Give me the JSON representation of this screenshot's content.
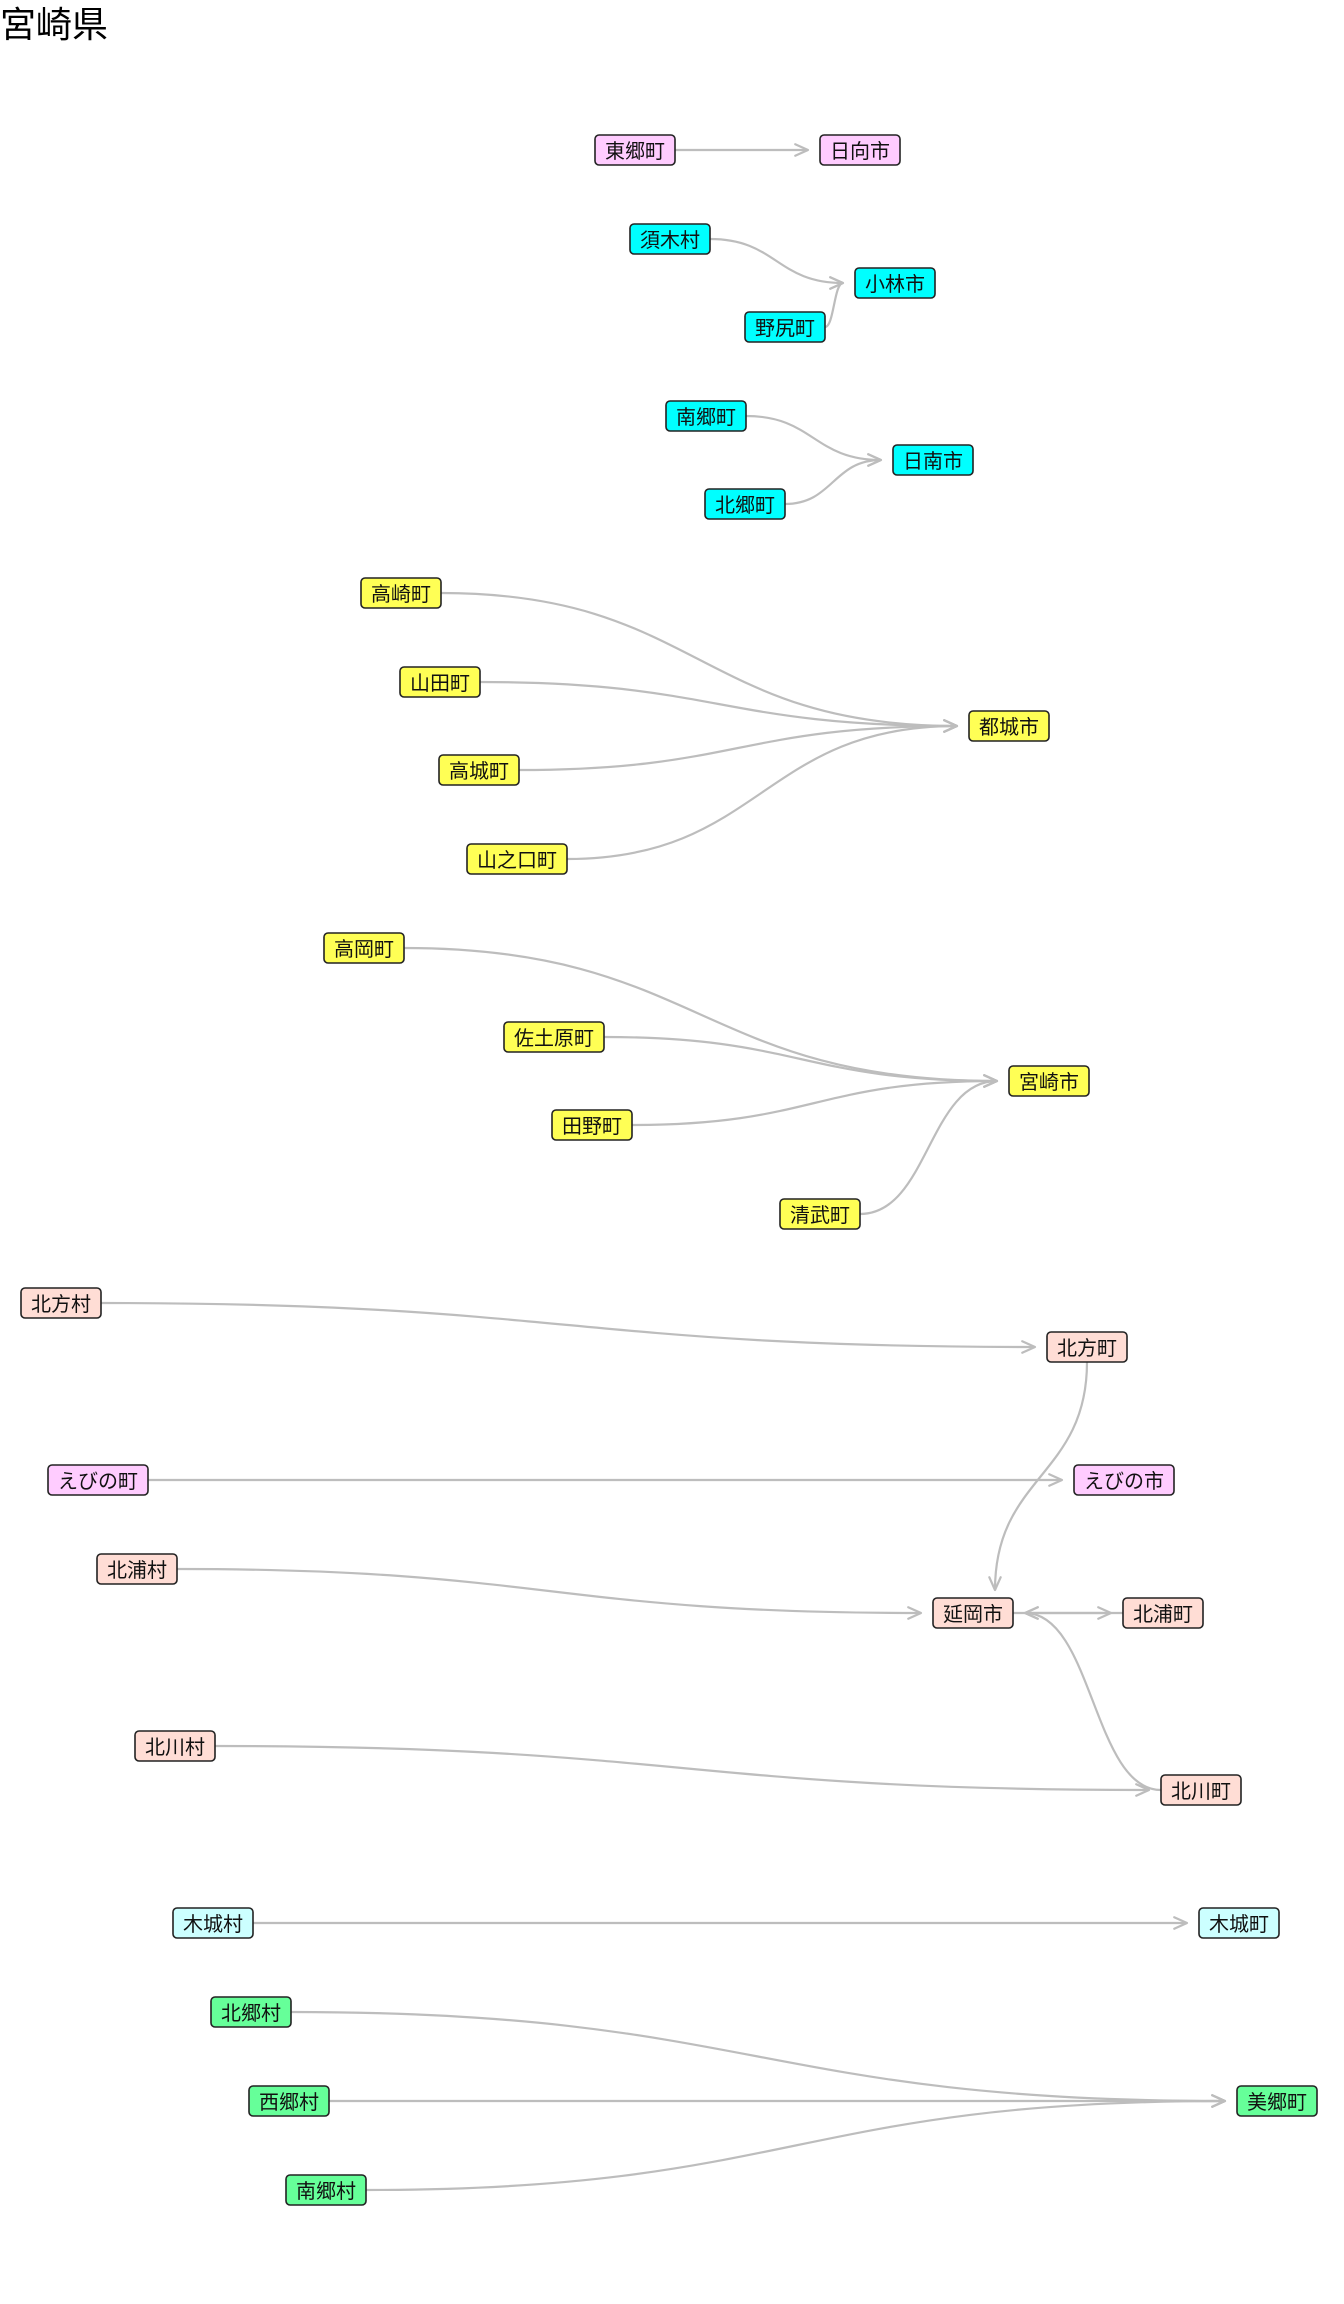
{
  "title": "宮崎県",
  "colors": {
    "pink": "#ffccff",
    "cyan": "#00ffff",
    "yellow": "#ffff55",
    "salmon": "#ffddd5",
    "lightcyan": "#ccffff",
    "green": "#66ff99",
    "edge": "#bdbdbd"
  },
  "nodes": [
    {
      "id": "togo",
      "label": "東郷町",
      "color": "pink"
    },
    {
      "id": "hyuga",
      "label": "日向市",
      "color": "pink"
    },
    {
      "id": "suki",
      "label": "須木村",
      "color": "cyan"
    },
    {
      "id": "kobayashi",
      "label": "小林市",
      "color": "cyan"
    },
    {
      "id": "nojiri",
      "label": "野尻町",
      "color": "cyan"
    },
    {
      "id": "nango",
      "label": "南郷町",
      "color": "cyan"
    },
    {
      "id": "nichinan",
      "label": "日南市",
      "color": "cyan"
    },
    {
      "id": "kitago",
      "label": "北郷町",
      "color": "cyan"
    },
    {
      "id": "takazaki",
      "label": "高崎町",
      "color": "yellow"
    },
    {
      "id": "yamada",
      "label": "山田町",
      "color": "yellow"
    },
    {
      "id": "miyakonojo",
      "label": "都城市",
      "color": "yellow"
    },
    {
      "id": "takajo",
      "label": "高城町",
      "color": "yellow"
    },
    {
      "id": "yamanokuchi",
      "label": "山之口町",
      "color": "yellow"
    },
    {
      "id": "takaoka",
      "label": "高岡町",
      "color": "yellow"
    },
    {
      "id": "sadowara",
      "label": "佐土原町",
      "color": "yellow"
    },
    {
      "id": "miyazaki",
      "label": "宮崎市",
      "color": "yellow"
    },
    {
      "id": "tano",
      "label": "田野町",
      "color": "yellow"
    },
    {
      "id": "kiyotake",
      "label": "清武町",
      "color": "yellow"
    },
    {
      "id": "kitakata_v",
      "label": "北方村",
      "color": "salmon"
    },
    {
      "id": "kitakata_t",
      "label": "北方町",
      "color": "salmon"
    },
    {
      "id": "ebino_t",
      "label": "えびの町",
      "color": "pink"
    },
    {
      "id": "ebino_c",
      "label": "えびの市",
      "color": "pink"
    },
    {
      "id": "kitaura_v",
      "label": "北浦村",
      "color": "salmon"
    },
    {
      "id": "nobeoka",
      "label": "延岡市",
      "color": "salmon"
    },
    {
      "id": "kitaura_t",
      "label": "北浦町",
      "color": "salmon"
    },
    {
      "id": "kitagawa_v",
      "label": "北川村",
      "color": "salmon"
    },
    {
      "id": "kitagawa_t",
      "label": "北川町",
      "color": "salmon"
    },
    {
      "id": "kijo_v",
      "label": "木城村",
      "color": "lightcyan"
    },
    {
      "id": "kijo_t",
      "label": "木城町",
      "color": "lightcyan"
    },
    {
      "id": "kitago_v",
      "label": "北郷村",
      "color": "green"
    },
    {
      "id": "misato",
      "label": "美郷町",
      "color": "green"
    },
    {
      "id": "saigo_v",
      "label": "西郷村",
      "color": "green"
    },
    {
      "id": "nango_v",
      "label": "南郷村",
      "color": "green"
    }
  ],
  "edges": [
    {
      "from": "togo",
      "to": "hyuga"
    },
    {
      "from": "suki",
      "to": "kobayashi"
    },
    {
      "from": "nojiri",
      "to": "kobayashi"
    },
    {
      "from": "nango",
      "to": "nichinan"
    },
    {
      "from": "kitago",
      "to": "nichinan"
    },
    {
      "from": "takazaki",
      "to": "miyakonojo"
    },
    {
      "from": "yamada",
      "to": "miyakonojo"
    },
    {
      "from": "takajo",
      "to": "miyakonojo"
    },
    {
      "from": "yamanokuchi",
      "to": "miyakonojo"
    },
    {
      "from": "takaoka",
      "to": "miyazaki"
    },
    {
      "from": "sadowara",
      "to": "miyazaki"
    },
    {
      "from": "tano",
      "to": "miyazaki"
    },
    {
      "from": "kiyotake",
      "to": "miyazaki"
    },
    {
      "from": "kitakata_v",
      "to": "kitakata_t"
    },
    {
      "from": "kitakata_t",
      "to": "nobeoka"
    },
    {
      "from": "ebino_t",
      "to": "ebino_c"
    },
    {
      "from": "kitaura_v",
      "to": "nobeoka"
    },
    {
      "from": "nobeoka",
      "to": "kitaura_t"
    },
    {
      "from": "kitaura_t",
      "to": "nobeoka"
    },
    {
      "from": "kitagawa_v",
      "to": "kitagawa_t"
    },
    {
      "from": "kitagawa_t",
      "to": "nobeoka"
    },
    {
      "from": "kijo_v",
      "to": "kijo_t"
    },
    {
      "from": "kitago_v",
      "to": "misato"
    },
    {
      "from": "saigo_v",
      "to": "misato"
    },
    {
      "from": "nango_v",
      "to": "misato"
    }
  ]
}
